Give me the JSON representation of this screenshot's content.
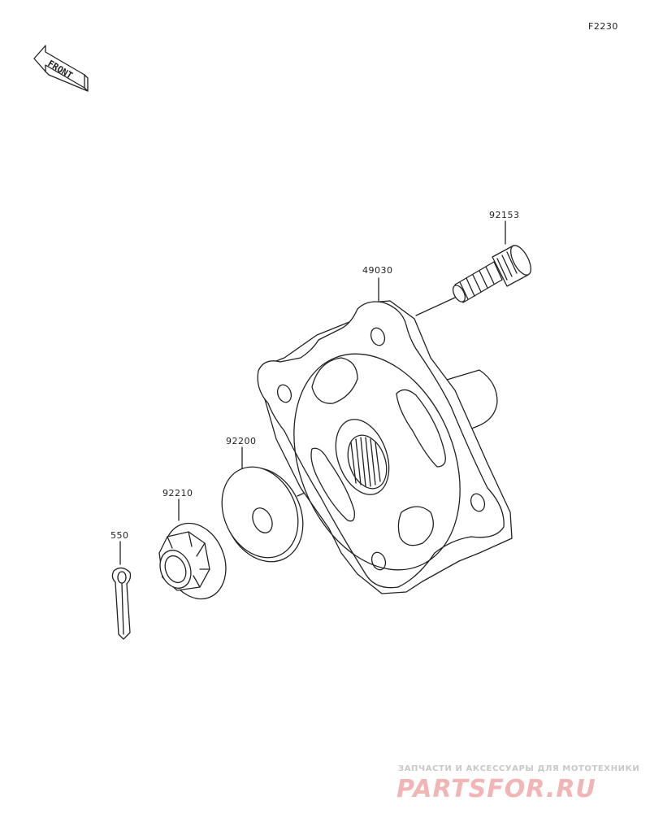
{
  "diagram_code": "F2230",
  "front_label": "FRONT",
  "parts": {
    "stud": "92153",
    "hub": "49030",
    "washer": "92200",
    "nut": "92210",
    "cotter_pin": "550"
  },
  "watermark": {
    "tagline": "ЗАПЧАСТИ И АКСЕССУАРЫ ДЛЯ МОТОТЕХНИКИ",
    "logo": "PARTSFOR.RU"
  },
  "colors": {
    "line": "#222222",
    "watermark_text": "#c8c8c8",
    "watermark_logo": "#f2b5b5"
  }
}
